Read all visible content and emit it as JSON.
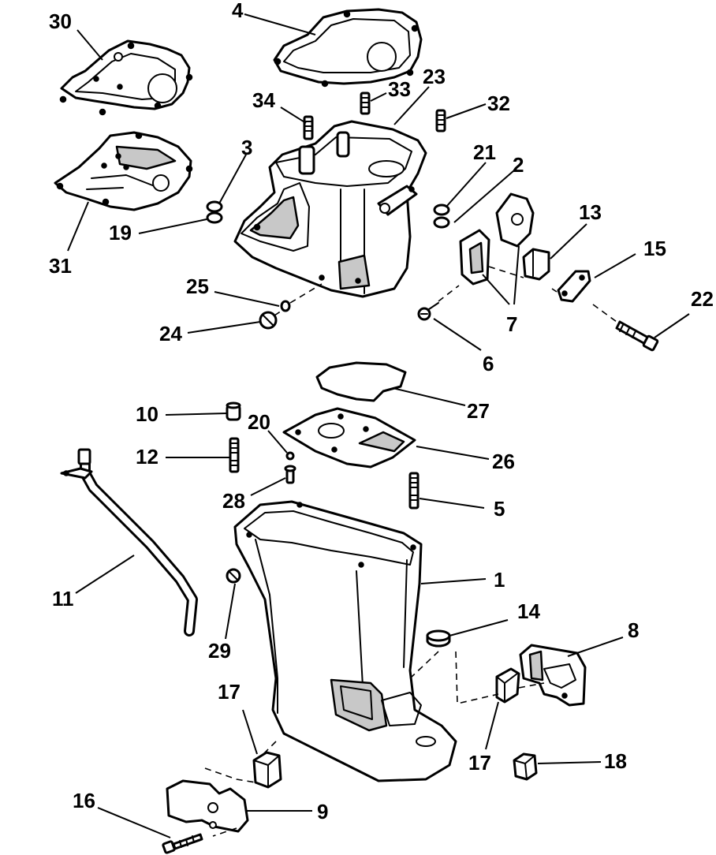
{
  "callouts": {
    "c1": "1",
    "c2": "2",
    "c3": "3",
    "c4": "4",
    "c5": "5",
    "c6": "6",
    "c7": "7",
    "c8": "8",
    "c9": "9",
    "c10": "10",
    "c11": "11",
    "c12": "12",
    "c13": "13",
    "c14": "14",
    "c15": "15",
    "c16": "16",
    "c17a": "17",
    "c17b": "17",
    "c18": "18",
    "c19": "19",
    "c20": "20",
    "c21": "21",
    "c22": "22",
    "c23": "23",
    "c24": "24",
    "c25": "25",
    "c26": "26",
    "c27": "27",
    "c28": "28",
    "c29": "29",
    "c30": "30",
    "c31": "31",
    "c32": "32",
    "c33": "33",
    "c34": "34"
  }
}
